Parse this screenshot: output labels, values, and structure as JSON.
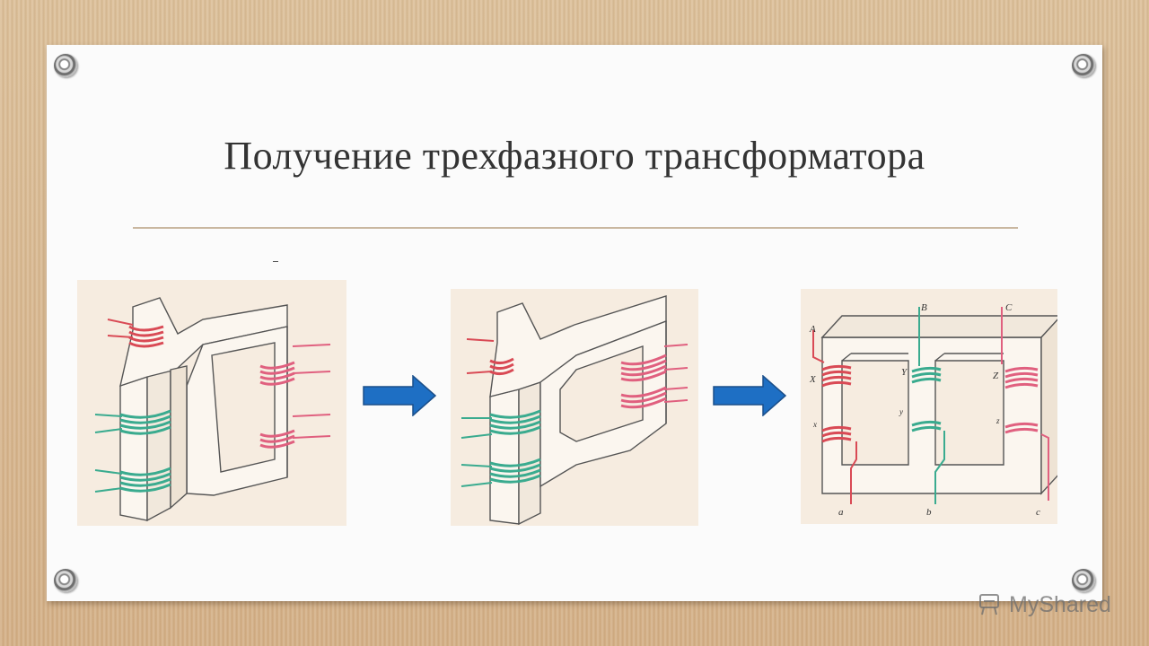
{
  "slide": {
    "title": "Получение трехфазного трансформатора"
  },
  "figure3": {
    "labels": {
      "A": "A",
      "B": "B",
      "C": "C",
      "X": "X",
      "Y": "Y",
      "Z": "Z",
      "x": "x",
      "y": "y",
      "z": "z",
      "a": "a",
      "b": "b",
      "c": "c"
    }
  },
  "colors": {
    "red_winding": "#e0555f",
    "pink_winding": "#e26386",
    "green_winding": "#3fb89a",
    "arrow": "#1e6fc4"
  },
  "watermark": {
    "text": "MyShared"
  }
}
